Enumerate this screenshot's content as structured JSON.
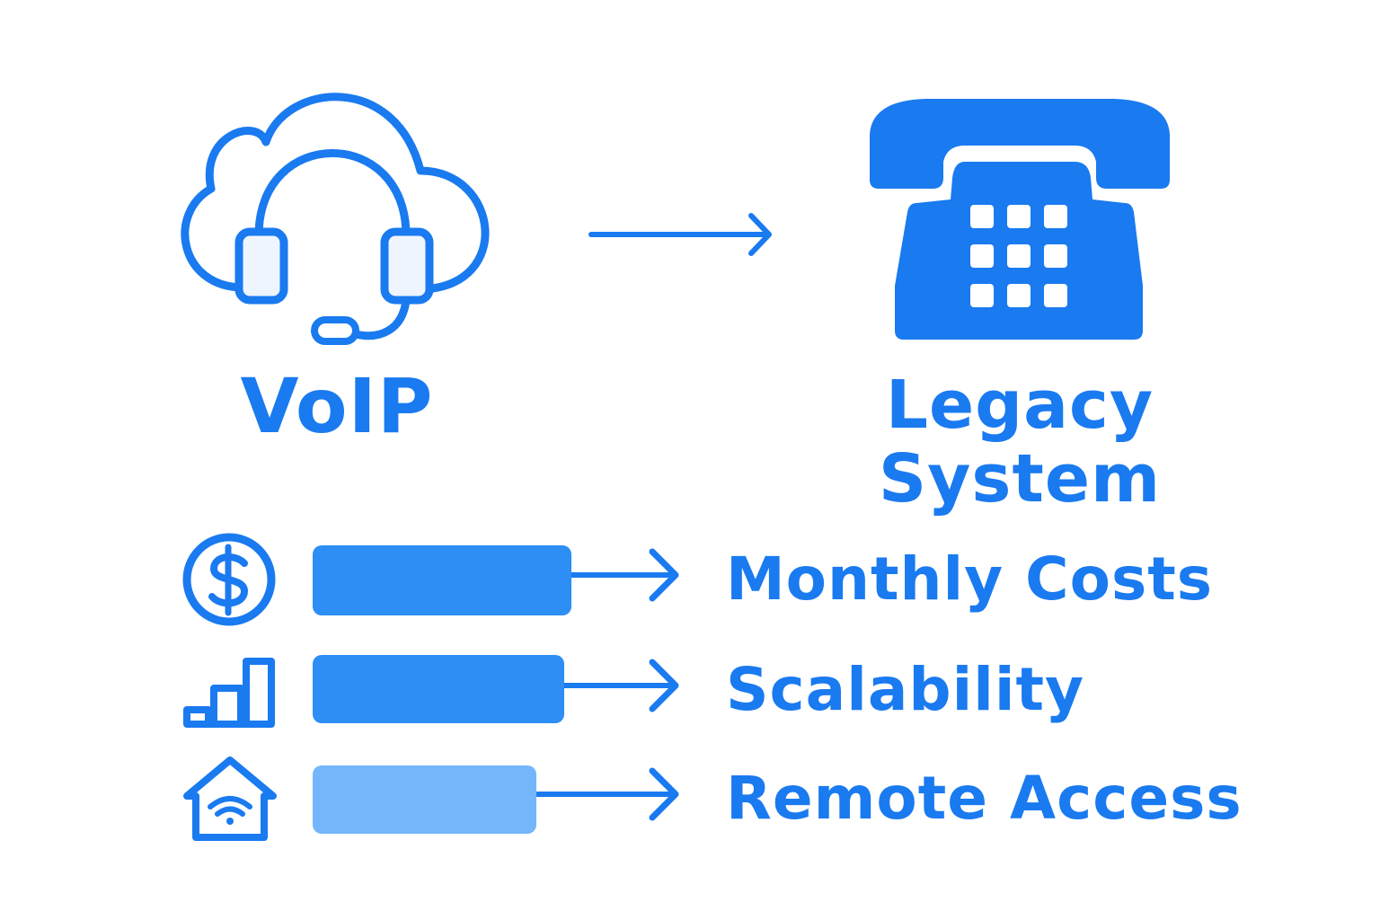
{
  "title": "",
  "colors": {
    "primary": "#1a7af0",
    "bar_strong": "#2d8ef5",
    "bar_light": "#74b6fb",
    "background": "#ffffff"
  },
  "nodes": {
    "voip": {
      "label": "VoIP",
      "icon": "cloud-headset-icon"
    },
    "legacy": {
      "label": "Legacy System",
      "icon": "desk-phone-icon"
    }
  },
  "rows": [
    {
      "label": "Monthly Costs",
      "icon": "dollar-circle-icon",
      "bar_fill": 0.73
    },
    {
      "label": "Scalability",
      "icon": "bar-chart-icon",
      "bar_fill": 0.71
    },
    {
      "label": "Remote Access",
      "icon": "home-wifi-icon",
      "bar_fill": 0.63
    }
  ]
}
